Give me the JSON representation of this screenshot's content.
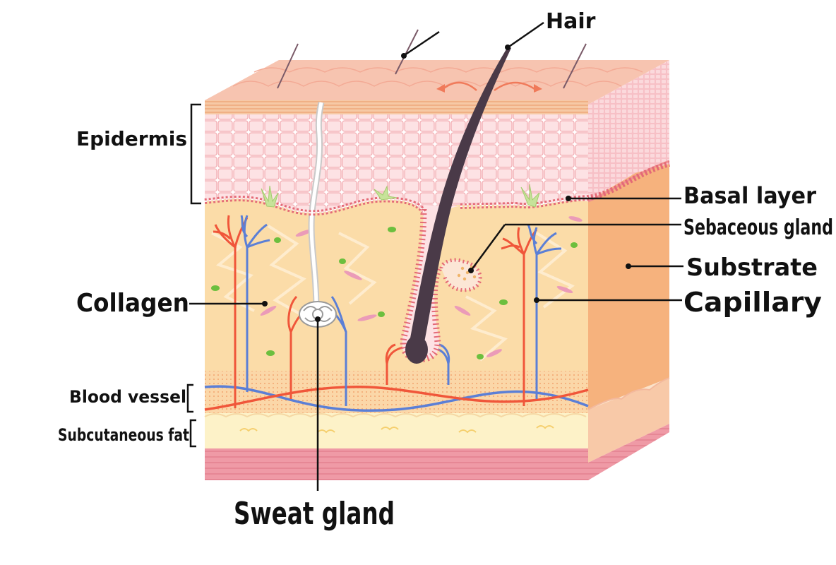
{
  "labels": {
    "hair": "Hair",
    "epidermis": "Epidermis",
    "basal_layer": "Basal layer",
    "sebaceous_gland": "Sebaceous gland",
    "substrate": "Substrate",
    "collagen": "Collagen",
    "capillary": "Capillary",
    "blood_vessel": "Blood vessel",
    "subcutaneous_fat": "Subcutaneous fat",
    "sweat_gland": "Sweat gland"
  },
  "colors": {
    "surface": "#f7c4b0",
    "epidermis": "#f7c8cc",
    "cell_border": "#f2a8ae",
    "basal_cells": "#e46a76",
    "dermis": "#fbdca8",
    "side_panel": "#f6b27d",
    "fat": "#fdf2c8",
    "base": "#ec8e9c",
    "artery": "#f0563a",
    "vein": "#5b7fd6",
    "hair": "#4a3a48",
    "label_line": "#111111"
  }
}
